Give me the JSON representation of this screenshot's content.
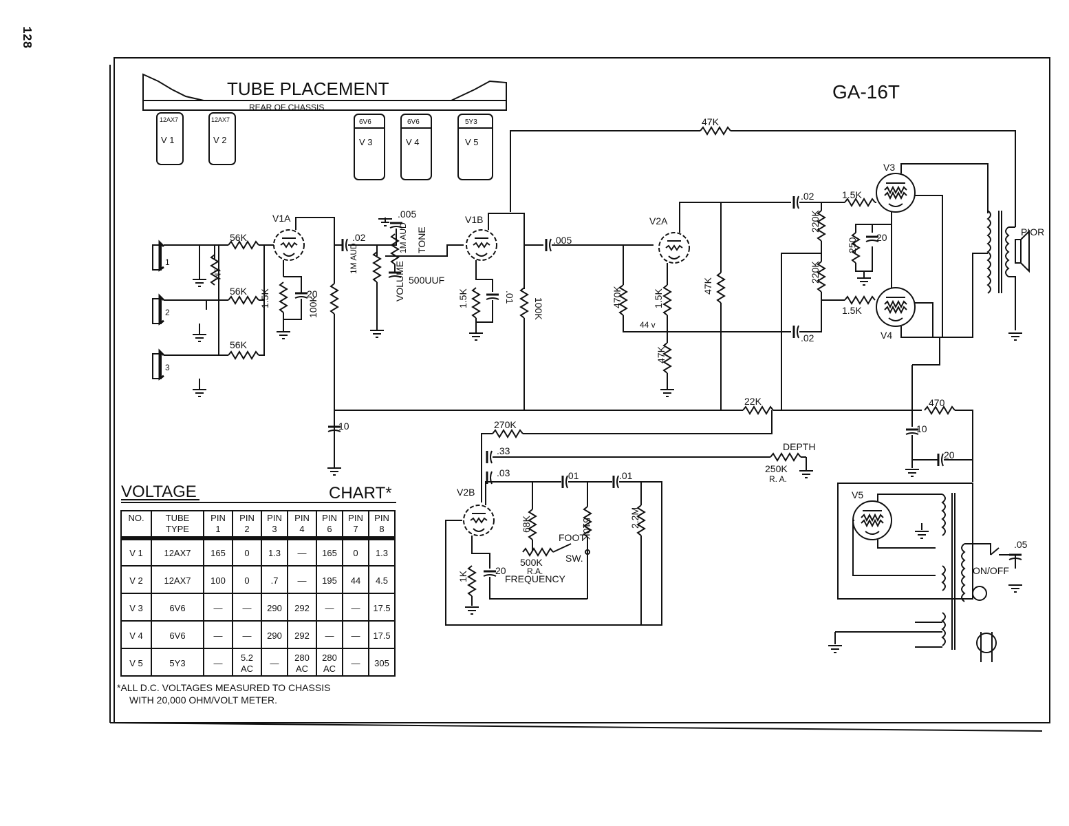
{
  "page": {
    "number": "128",
    "model": "GA-16T"
  },
  "tube_placement": {
    "title": "TUBE PLACEMENT",
    "subtitle": "REAR OF CHASSIS",
    "tubes": [
      {
        "type": "12AX7",
        "id": "V 1"
      },
      {
        "type": "12AX7",
        "id": "V 2"
      },
      {
        "type": "6V6",
        "id": "V 3"
      },
      {
        "type": "6V6",
        "id": "V 4"
      },
      {
        "type": "5Y3",
        "id": "V 5"
      }
    ]
  },
  "schematic": {
    "tubes": {
      "v1a": "V1A",
      "v1b": "V1B",
      "v2a": "V2A",
      "v2b": "V2B",
      "v3": "V3",
      "v4": "V4",
      "v5": "V5"
    },
    "jacks": [
      "1",
      "2",
      "3"
    ],
    "labels": {
      "r_feedback": "47K",
      "r_in1": "56K",
      "r_in2": "56K",
      "r_in3": "56K",
      "r_1m": "1M",
      "r_v1a_cath": "1.5K",
      "c_v1a_cath": "20",
      "r_v1a_plate": "100K",
      "c_coupling1": ".02",
      "c_005_top": ".005",
      "pot_volume_val": "1M AUD",
      "pot_volume": "VOLUME",
      "pot_tone_val": "1M AUD",
      "pot_tone": "TONE",
      "c_500uuf": "500UUF",
      "r_v1b_cath": "1.5K",
      "c_v1b_cath": ".01",
      "r_v1b_plate": "100K",
      "c_005": ".005",
      "r_470k": "470K",
      "r_v2a_cath": "1.5K",
      "v_44": "44 v",
      "r_47k_grid": "47K",
      "r_47k_plate": "47K",
      "c_02_top": ".02",
      "c_02_bot": ".02",
      "r_220k_a": "220K",
      "r_220k_b": "220K",
      "r_1_5k_top": "1.5K",
      "r_1_5k_bot": "1.5K",
      "r_250": "250",
      "c_20_cath": "20",
      "speaker": "PIOR",
      "r_22k": "22K",
      "c_10_a": "10",
      "r_270k": "270K",
      "c_33": ".33",
      "c_03": ".03",
      "c_01_a": ".01",
      "c_01_b": ".01",
      "depth": "DEPTH",
      "depth_val": "250K",
      "depth_ra": "R. A.",
      "r_68k": "68K",
      "r_510k": "510K",
      "r_2_2m": "2.2M",
      "foot_sw_a": "FOOT",
      "foot_sw_b": "SW.",
      "pot_freq_val": "500K",
      "pot_freq_ra": "R.A.",
      "pot_freq": "FREQUENCY",
      "r_1k": "1K",
      "c_20_v2b": "20",
      "r_470": "470",
      "c_10_b": "10",
      "c_20_b": "20",
      "c_05": ".05",
      "on_off": "ON/OFF"
    }
  },
  "voltage_chart": {
    "title_left": "VOLTAGE",
    "title_right": "CHART*",
    "headers": [
      {
        "a": "NO.",
        "b": ""
      },
      {
        "a": "TUBE",
        "b": "TYPE"
      },
      {
        "a": "PIN",
        "b": "1"
      },
      {
        "a": "PIN",
        "b": "2"
      },
      {
        "a": "PIN",
        "b": "3"
      },
      {
        "a": "PIN",
        "b": "4"
      },
      {
        "a": "PIN",
        "b": "6"
      },
      {
        "a": "PIN",
        "b": "7"
      },
      {
        "a": "PIN",
        "b": "8"
      }
    ],
    "rows": [
      [
        "V 1",
        "12AX7",
        "165",
        "0",
        "1.3",
        "—",
        "165",
        "0",
        "1.3"
      ],
      [
        "V 2",
        "12AX7",
        "100",
        "0",
        ".7",
        "—",
        "195",
        "44",
        "4.5"
      ],
      [
        "V 3",
        "6V6",
        "—",
        "—",
        "290",
        "292",
        "—",
        "—",
        "17.5"
      ],
      [
        "V 4",
        "6V6",
        "—",
        "—",
        "290",
        "292",
        "—",
        "—",
        "17.5"
      ],
      [
        "V 5",
        "5Y3",
        "—",
        "5.2 AC",
        "—",
        "280 AC",
        "280 AC",
        "—",
        "305"
      ]
    ],
    "footnote_1": "*ALL D.C. VOLTAGES MEASURED TO CHASSIS",
    "footnote_2": "WITH 20,000 OHM/VOLT METER."
  }
}
